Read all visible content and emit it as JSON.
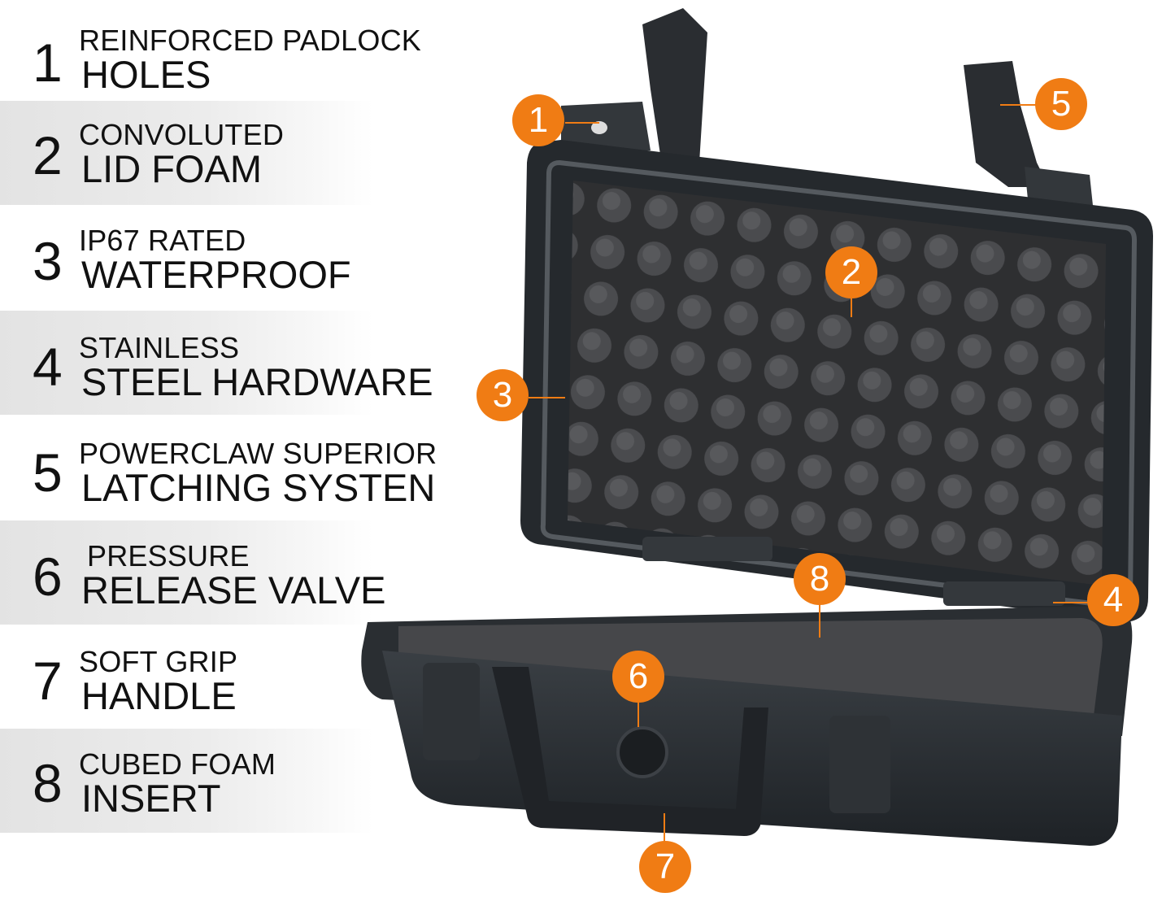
{
  "features": [
    {
      "number": "1",
      "line1": "REINFORCED PADLOCK",
      "line2": "HOLES"
    },
    {
      "number": "2",
      "line1": "CONVOLUTED",
      "line2": "LID FOAM"
    },
    {
      "number": "3",
      "line1": "IP67 RATED",
      "line2": "WATERPROOF"
    },
    {
      "number": "4",
      "line1": "STAINLESS",
      "line2": "STEEL HARDWARE"
    },
    {
      "number": "5",
      "line1": "POWERCLAW SUPERIOR",
      "line2": "LATCHING SYSTEN"
    },
    {
      "number": "6",
      "line1": "PRESSURE",
      "line2": "RELEASE VALVE"
    },
    {
      "number": "7",
      "line1": "SOFT GRIP",
      "line2": "HANDLE"
    },
    {
      "number": "8",
      "line1": "CUBED FOAM",
      "line2": "INSERT"
    }
  ],
  "callouts": [
    "1",
    "2",
    "3",
    "4",
    "5",
    "6",
    "7",
    "8"
  ],
  "colors": {
    "accent": "#f07c14",
    "case_body": "#2b2f33",
    "foam": "#3a3b3d",
    "band": "#e3e3e3"
  }
}
